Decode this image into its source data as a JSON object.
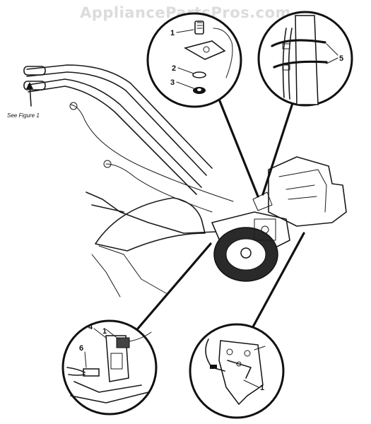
{
  "watermark": "AppliancePartsPros.com",
  "figure_note": "See Figure 1",
  "callouts": {
    "top_left": [
      "1",
      "2",
      "3"
    ],
    "top_right": [
      "5"
    ],
    "bottom_left": [
      "4",
      "1",
      "6"
    ],
    "bottom_right": [
      "1"
    ]
  }
}
